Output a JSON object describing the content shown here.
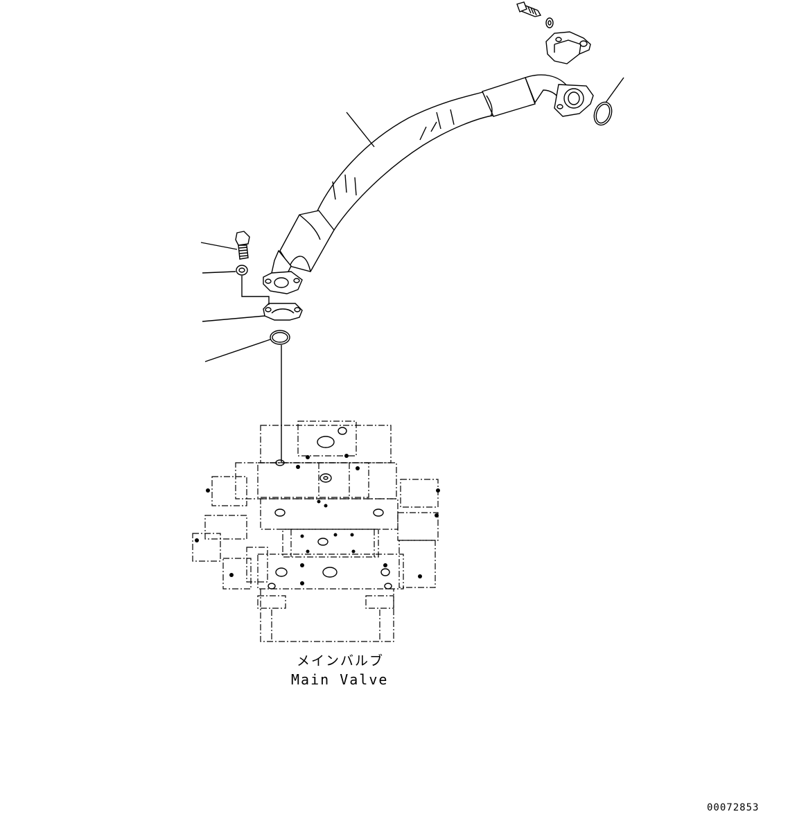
{
  "diagram": {
    "component_label_jp": "メインバルブ",
    "component_label_en": "Main Valve",
    "drawing_number": "00072853"
  }
}
